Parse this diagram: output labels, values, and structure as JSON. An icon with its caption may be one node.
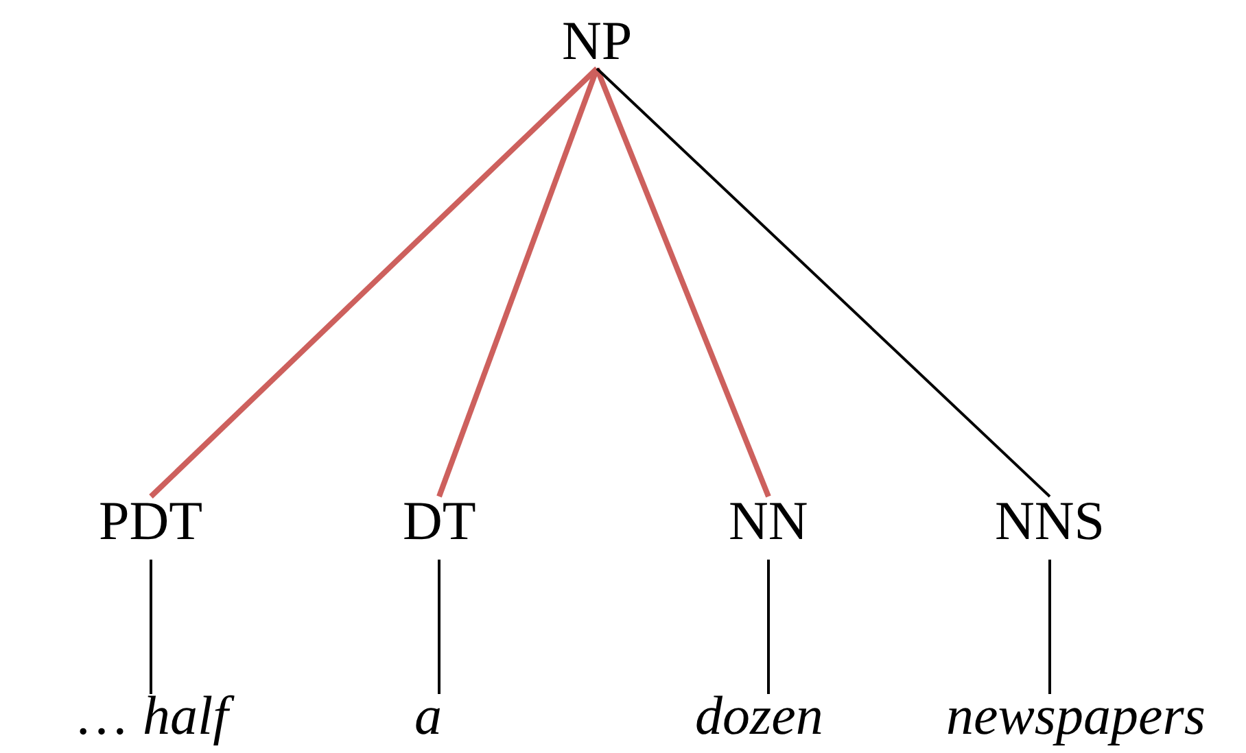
{
  "diagram": {
    "nodes": [
      {
        "text": [
          "NP"
        ]
      },
      {
        "text": [
          "PDT"
        ]
      },
      {
        "text": [
          "DT"
        ]
      },
      {
        "text": [
          "NN"
        ]
      },
      {
        "text": [
          "NNS"
        ]
      },
      {
        "text": [
          "… *half*"
        ]
      },
      {
        "text": [
          "a"
        ]
      },
      {
        "text": [
          "dozen"
        ]
      },
      {
        "text": [
          "newspapers"
        ]
      }
    ],
    "edges": [
      {
        "from": 0,
        "to": 1,
        "arrow": "none",
        "style": "thick",
        "color": "#cd605d"
      },
      {
        "from": 0,
        "to": 2,
        "arrow": "none",
        "style": "thick",
        "color": "#cd605d"
      },
      {
        "from": 0,
        "to": 3,
        "arrow": "none",
        "style": "thick",
        "color": "#cd605d"
      },
      {
        "from": 0,
        "to": 4,
        "arrow": "none"
      },
      {
        "from": 1,
        "to": 5,
        "arrow": "none"
      },
      {
        "from": 2,
        "to": 6,
        "arrow": "none"
      },
      {
        "from": 3,
        "to": 7,
        "arrow": "none"
      },
      {
        "from": 4,
        "to": 8,
        "arrow": "none"
      }
    ]
  }
}
